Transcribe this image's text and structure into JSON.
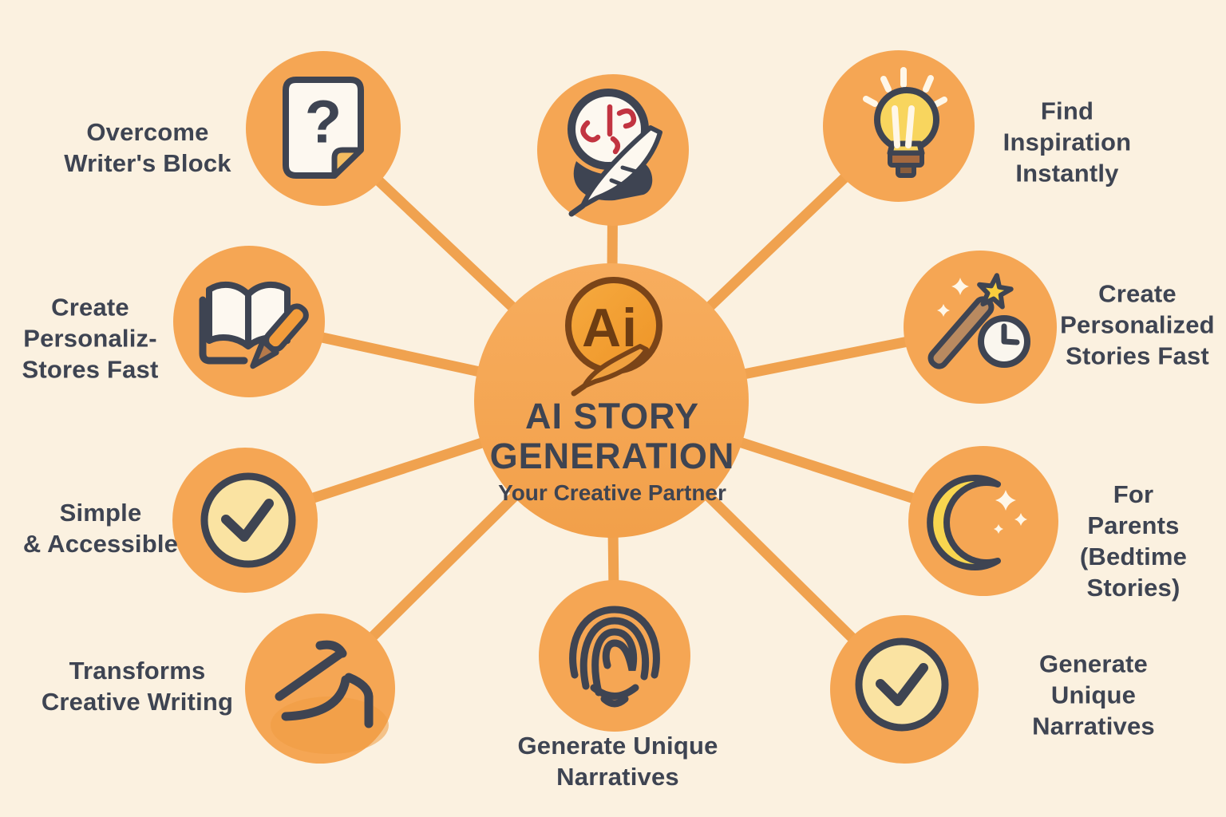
{
  "center": {
    "logo_text": "Ai",
    "title": "AI STORY\nGENERATION",
    "subtitle": "Your Creative Partner"
  },
  "nodes": [
    {
      "id": "overcome-writers-block",
      "icon": "document-question-icon",
      "label": "Overcome\nWriter's Block",
      "glyph": "?"
    },
    {
      "id": "create-personalized-stories-left",
      "icon": "open-book-pen-icon",
      "label": "Create\nPersonaliz-\nStores Fast"
    },
    {
      "id": "simple-accessible",
      "icon": "checkmark-circle-icon",
      "label": "Simple\n& Accessible"
    },
    {
      "id": "transforms-creative-writing",
      "icon": "growth-arrow-icon",
      "label": "Transforms\nCreative Writing"
    },
    {
      "id": "generate-unique-narratives-bottom",
      "icon": "fingerprint-icon",
      "label": "Generate Unique\nNarratives"
    },
    {
      "id": "generate-unique-narratives-right",
      "icon": "checkmark-circle-icon",
      "label": "Generate\nUnique Narratives"
    },
    {
      "id": "for-parents-bedtime-stories",
      "icon": "moon-sparkles-icon",
      "label": "For\nParents\n(Bedtime\nStories)"
    },
    {
      "id": "create-personalized-stories-right",
      "icon": "magic-wand-clock-icon",
      "label": "Create\nPersonalized\nStories Fast"
    },
    {
      "id": "find-inspiration-instantly",
      "icon": "lightbulb-icon",
      "label": "Find\nInspiration\nInstantly"
    },
    {
      "id": "ai-brain-quill",
      "icon": "brain-quill-icon",
      "label": ""
    }
  ],
  "colors": {
    "background": "#FBF1E0",
    "node_circle": "#F5A654",
    "connector": "#F0A24F",
    "text": "#3E4452",
    "pale_yellow": "#FAE3A2",
    "accent_yellow": "#F8D54E",
    "star_yellow": "#F9CE3D",
    "brand_brown": "#7A4418",
    "icon_red": "#C23441",
    "wood_brown": "#B98A60"
  }
}
